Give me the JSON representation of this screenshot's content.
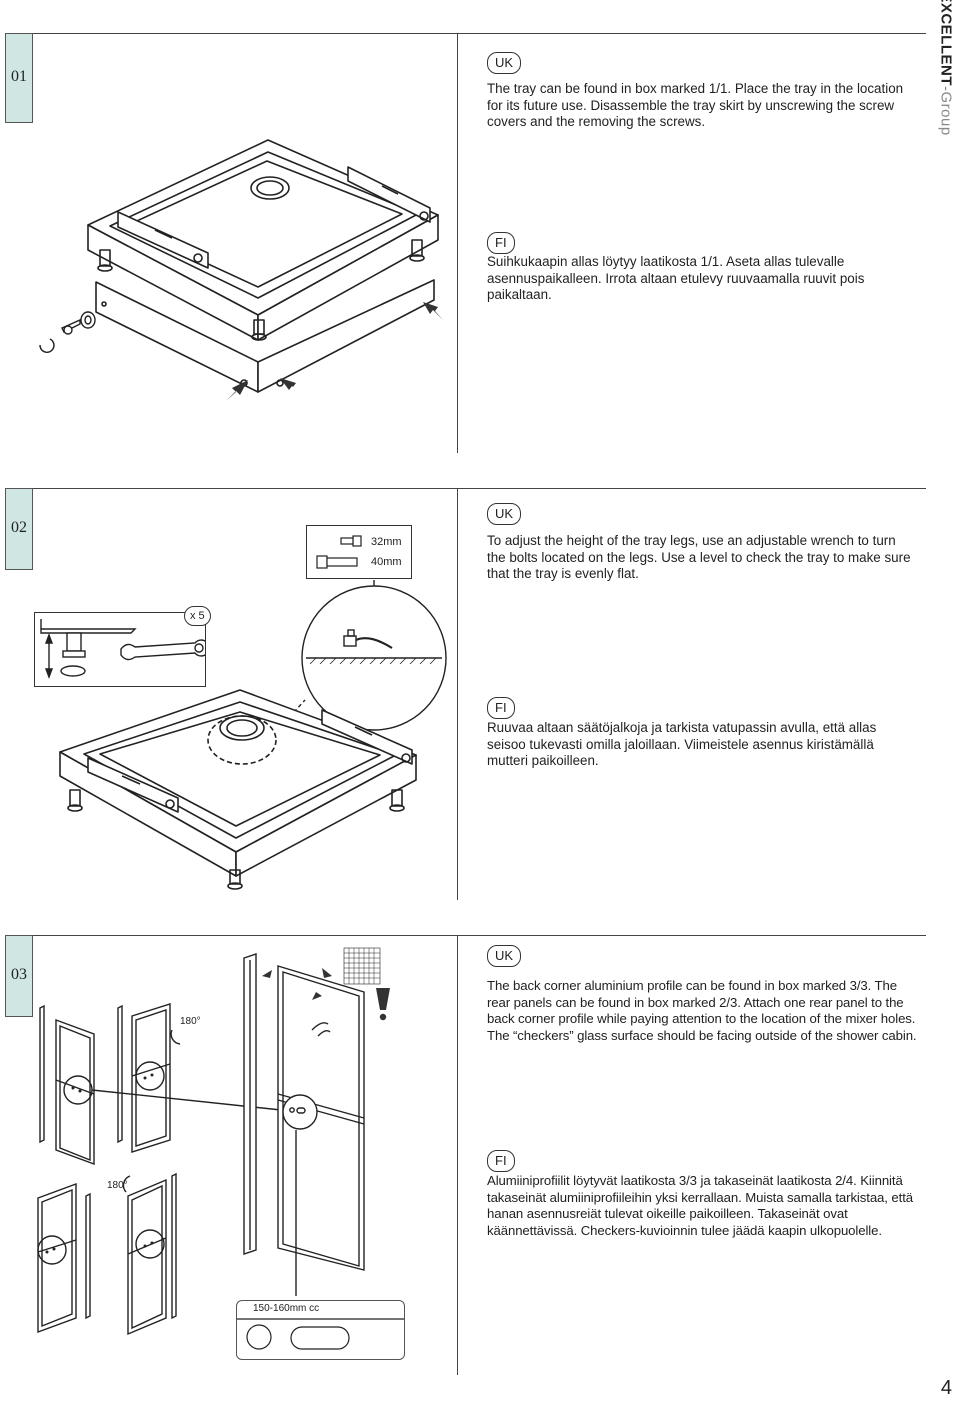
{
  "brand": {
    "name": "EXCELLENT",
    "suffix": "-Group"
  },
  "steps": [
    {
      "number": "01",
      "uk_label": "UK",
      "uk_text": "The tray can be found in box marked 1/1. Place the tray in the location for its future use. Disassemble the tray skirt by unscrewing the screw covers and the removing the screws.",
      "fi_label": "FI",
      "fi_text": "Suihkukaapin allas löytyy laatikosta 1/1. Aseta allas tulevalle asennuspaikalleen. Irrota altaan etulevy ruuvaamalla ruuvit pois paikaltaan."
    },
    {
      "number": "02",
      "bolt_sizes": [
        "32mm",
        "40mm"
      ],
      "quantity": "x 5",
      "uk_label": "UK",
      "uk_text": "To adjust the height of the tray legs, use an adjustable wrench to turn the bolts located on the legs. Use a level to check the tray to make sure that the tray is evenly flat.",
      "fi_label": "FI",
      "fi_text": "Ruuvaa altaan säätöjalkoja ja tarkista vatupassin avulla, että allas seisoo tukevasti omilla jaloillaan. Viimeistele asennus kiristämällä mutteri paikoilleen."
    },
    {
      "number": "03",
      "rotation_a": "180°",
      "rotation_b": "180°",
      "hole_spacing": "150-160mm cc",
      "uk_label": "UK",
      "uk_text": "The back corner aluminium profile can be found in box marked 3/3. The rear panels can be found in box marked 2/3. Attach one rear panel to the back corner profile while paying attention to the location of the mixer holes. The “checkers” glass surface should be facing outside of the shower cabin.",
      "fi_label": "FI",
      "fi_text": "Alumiiniprofiilit löytyvät laatikosta 3/3 ja takaseinät laatikosta 2/4. Kiinnitä takaseinät alumiiniprofiileihin yksi kerrallaan. Muista samalla tarkistaa, että hanan asennusreiät tulevat oikeille paikoilleen. Takaseinät ovat käännettävissä. Checkers-kuvioinnin tulee jäädä kaapin ulkopuolelle."
    }
  ],
  "page_number": "4",
  "colors": {
    "tab": "#cfe6e3",
    "line": "#444444",
    "text": "#222222"
  },
  "icons": [
    "screw-icon",
    "bolt-icon",
    "wrench-icon",
    "level-icon",
    "warning-icon",
    "rotate-icon",
    "arrow-icon"
  ]
}
